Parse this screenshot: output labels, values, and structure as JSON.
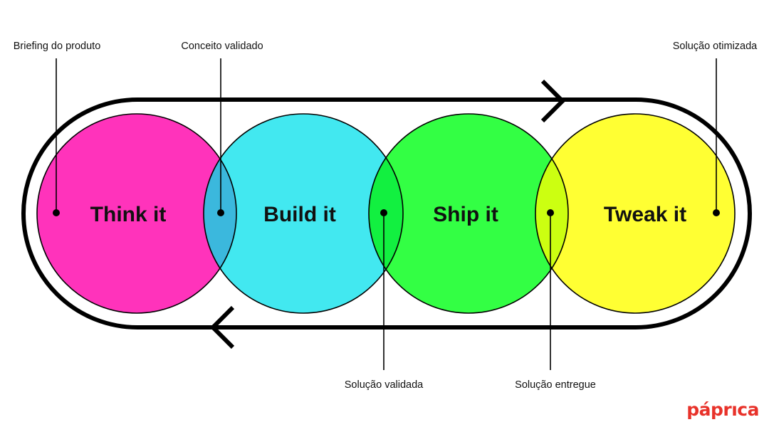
{
  "stages": [
    {
      "label": "Think it",
      "color": "#ff33bb"
    },
    {
      "label": "Build it",
      "color": "#42e8f0"
    },
    {
      "label": "Ship it",
      "color": "#33ff44"
    },
    {
      "label": "Tweak it",
      "color": "#ffff33"
    }
  ],
  "overlaps": [
    {
      "between": "Think it / Build it",
      "color": "#3bb8dd"
    },
    {
      "between": "Build it / Ship it",
      "color": "#12f040"
    },
    {
      "between": "Ship it / Tweak it",
      "color": "#ccff11"
    }
  ],
  "milestones": [
    {
      "label": "Briefing do produto"
    },
    {
      "label": "Conceito validado"
    },
    {
      "label": "Solução validada"
    },
    {
      "label": "Solução entregue"
    },
    {
      "label": "Solução otimizada"
    }
  ],
  "cycle_arrows": [
    "arrow-right-icon",
    "arrow-left-icon"
  ],
  "brand": {
    "name": "páprıca",
    "color": "#e8322a"
  }
}
